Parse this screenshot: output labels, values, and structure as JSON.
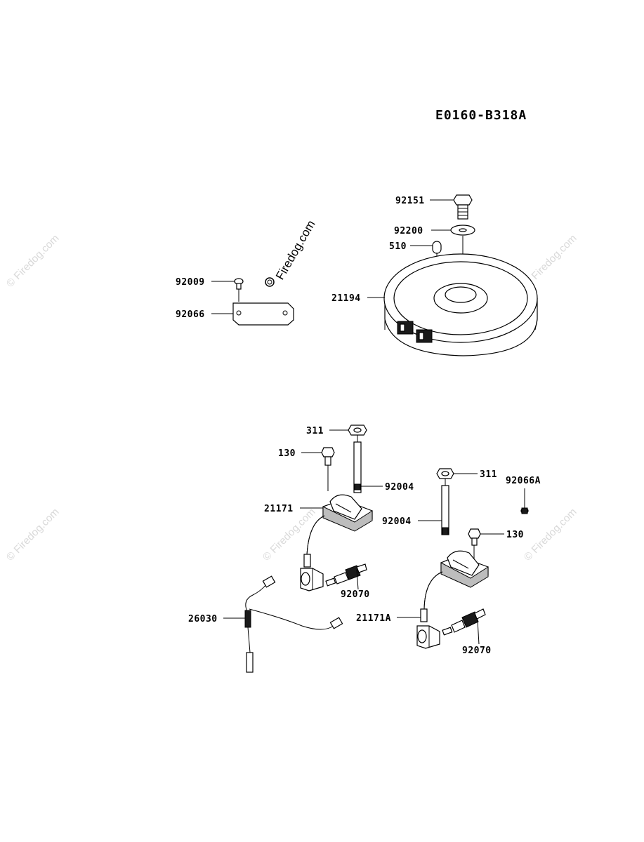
{
  "diagram": {
    "code": "E0160-B318A",
    "brand_text": "Firedog.com",
    "watermark_text": "© Firedog.com",
    "labels": {
      "p92151": "92151",
      "p92200": "92200",
      "p510": "510",
      "p21194": "21194",
      "p92009": "92009",
      "p92066": "92066",
      "p311_left": "311",
      "p130_left": "130",
      "p92004_left": "92004",
      "p21171": "21171",
      "p92070_left": "92070",
      "p311_right": "311",
      "p92066A": "92066A",
      "p92004_right": "92004",
      "p130_right": "130",
      "p26030": "26030",
      "p21171A": "21171A",
      "p92070_right": "92070"
    }
  }
}
